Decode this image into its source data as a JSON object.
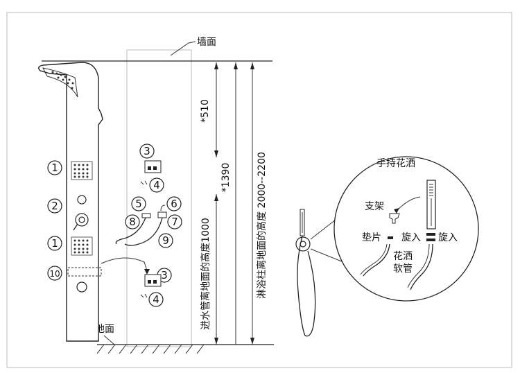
{
  "labels": {
    "wall": "墙面",
    "floor": "地面",
    "dim_510": "*510",
    "dim_1390": "*1390",
    "dim_1000": "进水管离地面的高度1000",
    "dim_2000": "淋浴柱离地面的高度 2000--2200",
    "handheld": "手持花洒",
    "bracket": "支架",
    "gasket": "垫片",
    "screw_in_1": "旋入",
    "screw_in_2": "旋入",
    "hose_1": "花洒",
    "hose_2": "软管"
  },
  "callouts": {
    "c1a": "1",
    "c2": "2",
    "c1b": "1",
    "c10": "10",
    "c3a": "3",
    "c4a": "4",
    "c5": "5",
    "c6": "6",
    "c7": "7",
    "c8": "8",
    "c9": "9",
    "c3b": "3",
    "c4b": "4"
  }
}
